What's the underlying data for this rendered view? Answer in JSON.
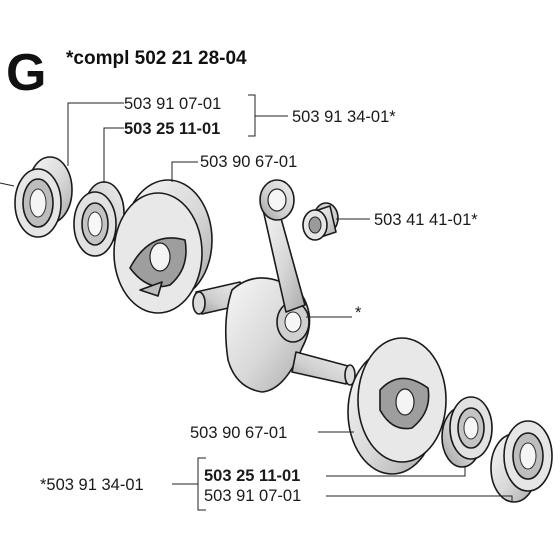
{
  "diagram": {
    "section_letter": "G",
    "assembly_title": "*compl 502 21 28-04",
    "labels": {
      "upper_seal": "503 91 07-01",
      "upper_bearing": "503 25 11-01",
      "upper_group": "503 91 34-01*",
      "upper_flywheel_half": "503 90 67-01",
      "needle_bearing": "503 41 41-01*",
      "crankshaft_star": "*",
      "lower_flywheel_half": "503 90 67-01",
      "lower_group": "*503 91 34-01",
      "lower_bearing": "503 25 11-01",
      "lower_seal": "503 91 07-01"
    }
  }
}
